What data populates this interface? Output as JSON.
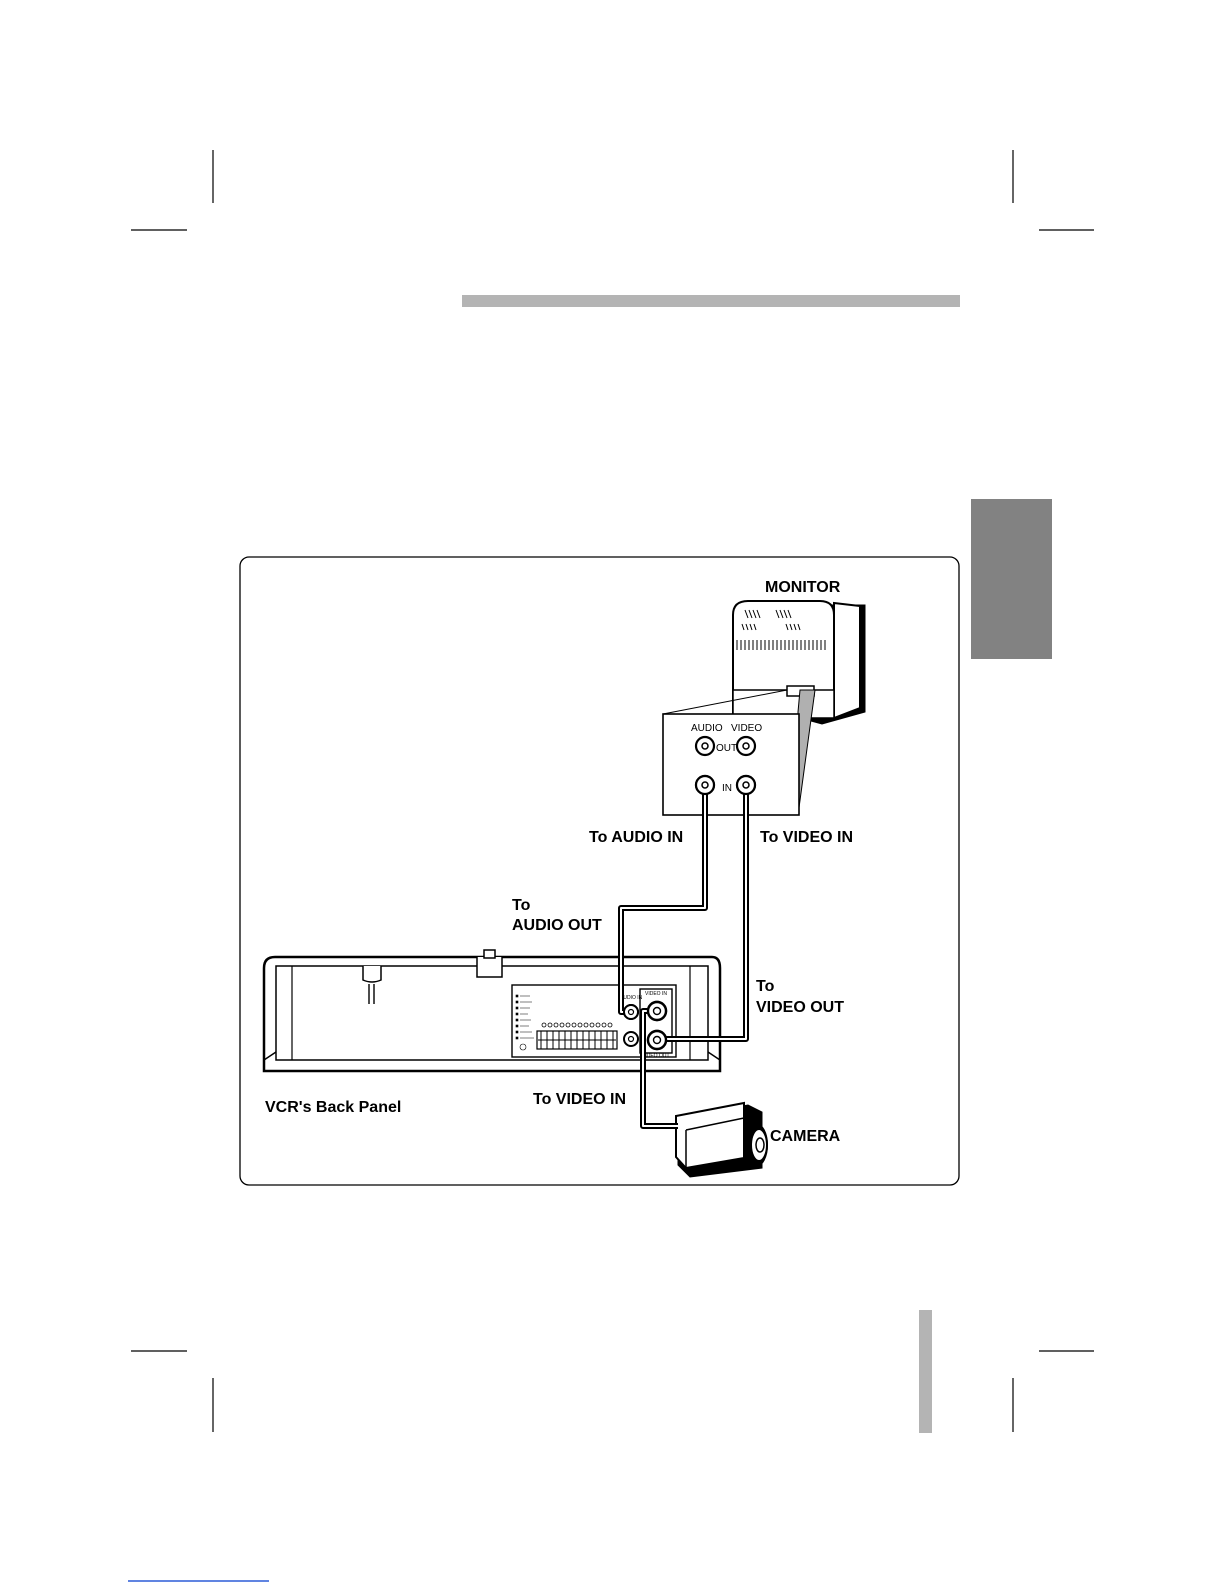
{
  "colors": {
    "ink": "#000000",
    "header_bar": "#b4b4b4",
    "side_tab": "#828282",
    "page_marker": "#b4b4b4",
    "footer_link": "#2b5bd7"
  },
  "diagram": {
    "labels": {
      "monitor": "MONITOR",
      "to_audio_in": "To AUDIO IN",
      "to_video_in_monitor": "To VIDEO IN",
      "to": "To",
      "audio_out": "AUDIO OUT",
      "video_out": "VIDEO OUT",
      "vcr_back_panel": "VCR's Back Panel",
      "to_video_in_vcr": "To VIDEO IN",
      "camera": "CAMERA"
    },
    "monitor_jacks": {
      "audio": "AUDIO",
      "video": "VIDEO",
      "out": "OUT",
      "in": "IN"
    },
    "vcr_jacks": {
      "audio_in": "AUDIO IN",
      "video_in": "VIDEO IN",
      "video_out": "VIDEO OUT"
    }
  }
}
